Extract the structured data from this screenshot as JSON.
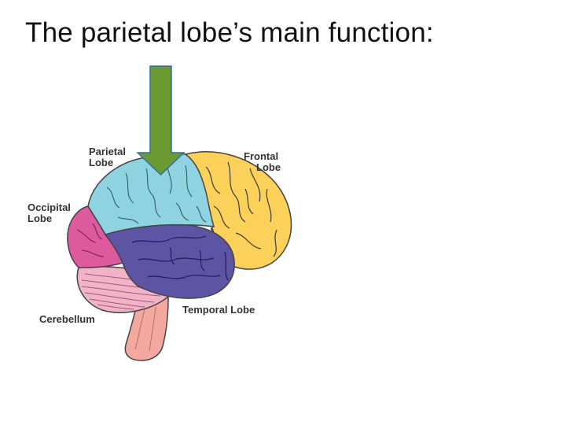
{
  "slide": {
    "title": "The parietal lobe’s main function:"
  },
  "diagram": {
    "labels": {
      "parietal": [
        "Parietal",
        "Lobe"
      ],
      "frontal": [
        "Frontal",
        "Lobe"
      ],
      "occipital": [
        "Occipital",
        "Lobe"
      ],
      "cerebellum": "Cerebellum",
      "temporal": "Temporal Lobe"
    },
    "colors": {
      "parietal": "#8fd3e0",
      "frontal": "#fbd15a",
      "occipital": "#dd5a9e",
      "temporal": "#5d54a3",
      "cerebellum": "#f2b3c8",
      "brainstem": "#f4a9a0",
      "arrow": "#6b9a32"
    }
  }
}
